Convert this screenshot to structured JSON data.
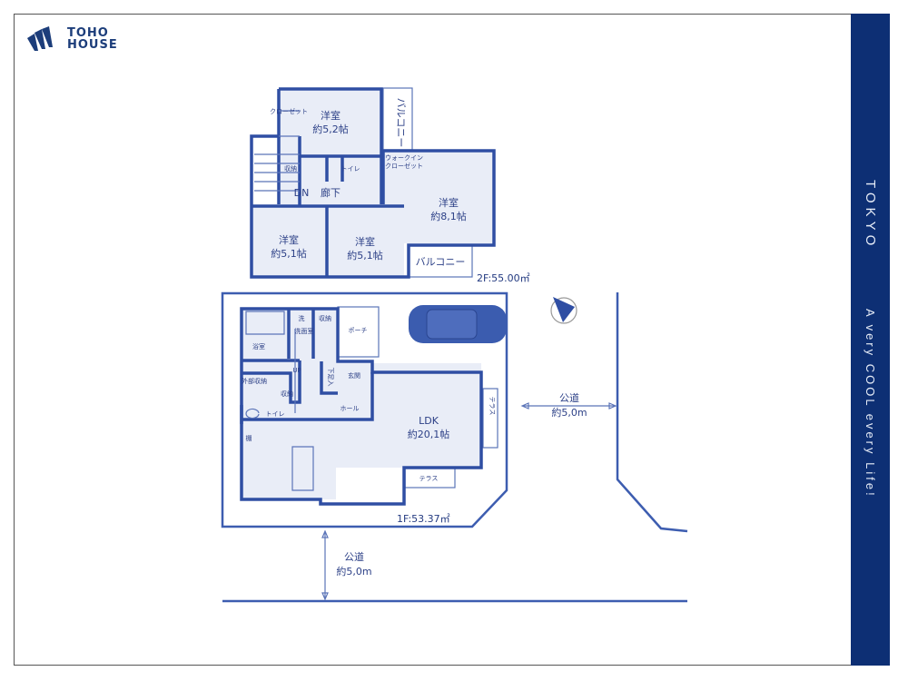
{
  "brand": {
    "line1": "TOHO",
    "line2": "HOUSE"
  },
  "sidebar": {
    "city": "TOKYO",
    "slogan": "A very COOL every Life!"
  },
  "floor2": {
    "area": "2F:55.00㎡",
    "rooms": [
      {
        "name": "洋室",
        "size": "約5,2帖"
      },
      {
        "name": "洋室",
        "size": "約8,1帖"
      },
      {
        "name": "洋室",
        "size": "約5,1帖"
      },
      {
        "name": "洋室",
        "size": "約5,1帖"
      }
    ],
    "labels": {
      "closet": "クローゼット",
      "balcony": "バルコニー",
      "wic": "ウォークイン",
      "wic2": "クローゼット",
      "storage": "収納",
      "toilet": "トイレ",
      "hall": "廊下",
      "dn": "DN",
      "small_closet": "クローゼット"
    }
  },
  "floor1": {
    "area": "1F:53.37㎡",
    "ldk": {
      "name": "LDK",
      "size": "約20,1帖"
    },
    "labels": {
      "bath": "浴室",
      "wash": "洗面室",
      "wash_char": "洗",
      "storage": "収納",
      "porch": "ポーチ",
      "entrance": "玄関",
      "shoes": "下足入",
      "outer_storage": "外部収納",
      "up": "UP",
      "toilet": "トイレ",
      "hall": "ホール",
      "terrace": "テラス",
      "shelf": "棚"
    }
  },
  "roads": [
    {
      "name": "公道",
      "width": "約5,0m"
    },
    {
      "name": "公道",
      "width": "約5,0m"
    }
  ],
  "colors": {
    "accent": "#0d2f74",
    "line": "#2f4ea3"
  }
}
